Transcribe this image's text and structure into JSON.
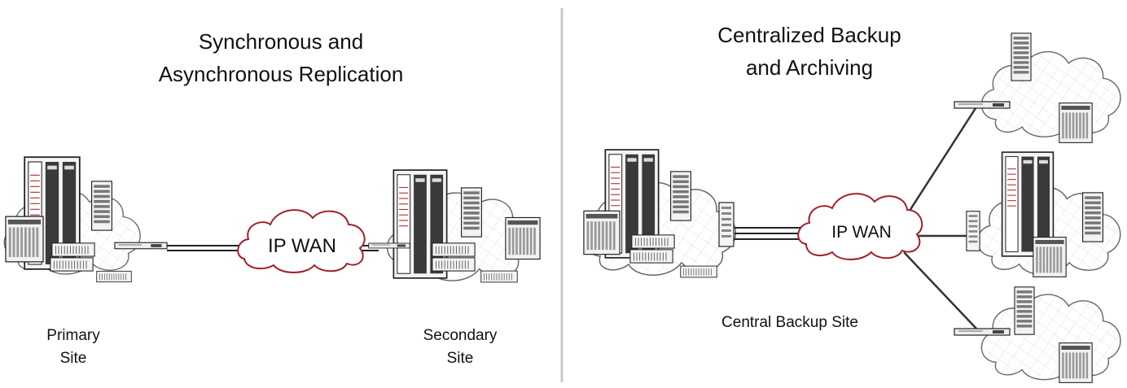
{
  "left_panel": {
    "title_line1": "Synchronous and",
    "title_line2": "Asynchronous  Replication",
    "wan_label": "IP WAN",
    "primary_label_line1": "Primary",
    "primary_label_line2": "Site",
    "secondary_label_line1": "Secondary",
    "secondary_label_line2": "Site"
  },
  "right_panel": {
    "title_line1": "Centralized Backup",
    "title_line2": "and Archiving",
    "wan_label": "IP WAN",
    "central_label": "Central Backup Site"
  },
  "colors": {
    "wan_cloud_stroke": "#a0202c",
    "site_cloud_stroke": "#555555",
    "divider": "#c8c8c8",
    "link": "#333333",
    "rack_accent": "#b0303a"
  }
}
